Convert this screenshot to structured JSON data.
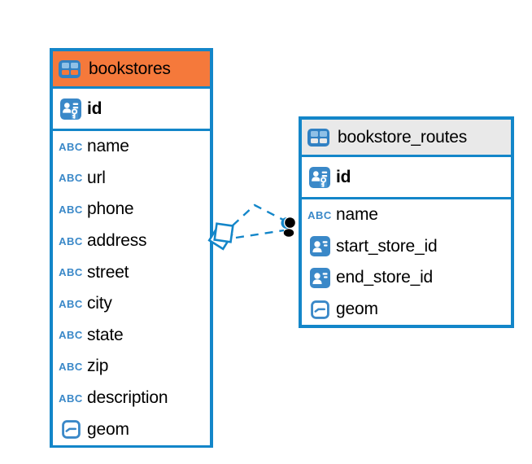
{
  "diagram": {
    "colors": {
      "accent_blue": "#1386c9",
      "icon_blue": "#3a88c8",
      "bookstores_header_bg": "#f5793b",
      "bookstore_routes_header_bg": "#e9e9e9",
      "canvas_bg": "#ffffff"
    },
    "icons": {
      "text_glyph": "ABC"
    },
    "tables": [
      {
        "name": "bookstores",
        "header_bg": "#f5793b",
        "pk_label": "id",
        "columns": [
          {
            "label": "name",
            "icon": "text"
          },
          {
            "label": "url",
            "icon": "text"
          },
          {
            "label": "phone",
            "icon": "text"
          },
          {
            "label": "address",
            "icon": "text"
          },
          {
            "label": "street",
            "icon": "text"
          },
          {
            "label": "city",
            "icon": "text"
          },
          {
            "label": "state",
            "icon": "text"
          },
          {
            "label": "zip",
            "icon": "text"
          },
          {
            "label": "description",
            "icon": "text"
          },
          {
            "label": "geom",
            "icon": "geometry"
          }
        ]
      },
      {
        "name": "bookstore_routes",
        "header_bg": "#e9e9e9",
        "pk_label": "id",
        "columns": [
          {
            "label": "name",
            "icon": "text"
          },
          {
            "label": "start_store_id",
            "icon": "reference"
          },
          {
            "label": "end_store_id",
            "icon": "reference"
          },
          {
            "label": "geom",
            "icon": "geometry"
          }
        ]
      }
    ],
    "relationships": [
      {
        "between": [
          "bookstores",
          "bookstore_routes"
        ],
        "line_style": "dashed"
      },
      {
        "between": [
          "bookstores",
          "bookstore_routes"
        ],
        "line_style": "dashed"
      }
    ]
  }
}
